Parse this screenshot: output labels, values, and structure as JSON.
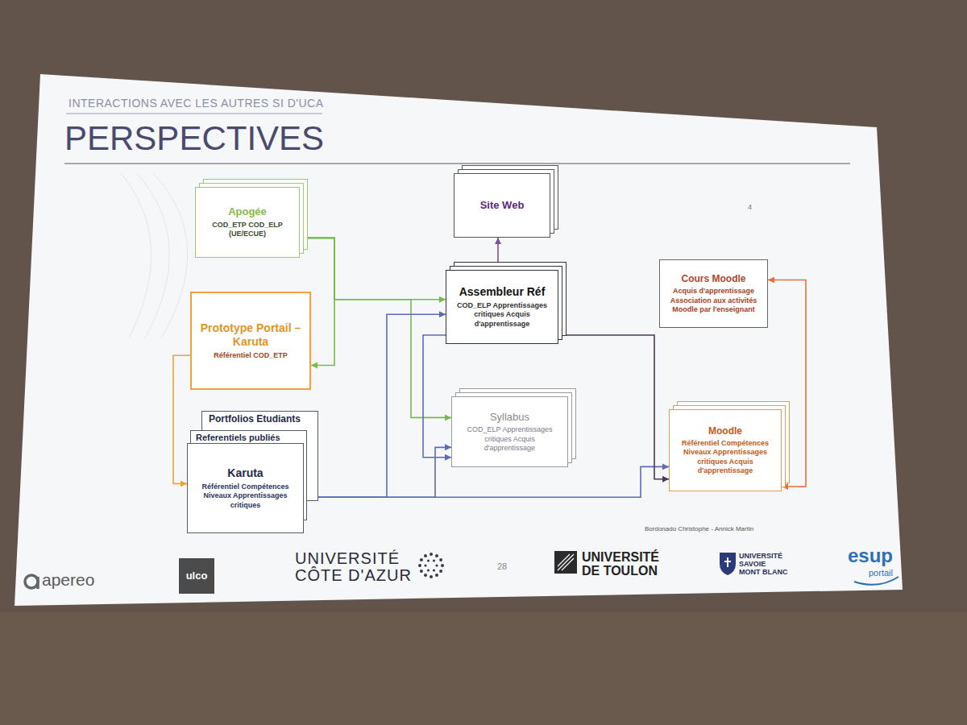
{
  "diagram": {
    "title": "PERSPECTIVES",
    "nodes": [
      {
        "text": [
          "Apogée",
          "COD_ETP COD_ELP (UE/ECUE)"
        ]
      },
      {
        "text": [
          "Site Web"
        ]
      },
      {
        "text": [
          "Assembleur Réf",
          "COD_ELP Apprentissages critiques Acquis d'apprentissage"
        ]
      },
      {
        "text": [
          "Cours Moodle",
          "Acquis d'apprentissage Association aux activités Moodle par l'enseignant"
        ]
      },
      {
        "text": [
          "Prototype Portail – Karuta",
          "Référentiel COD_ETP"
        ]
      },
      {
        "text": [
          "Syllabus",
          "COD_ELP Apprentissages critiques Acquis d'apprentissage"
        ]
      },
      {
        "text": [
          "Portfolios Etudiants",
          "Referentiels publiés",
          "Karuta",
          "Référentiel Compétences Niveaux Apprentissages critiques"
        ]
      },
      {
        "text": [
          "Moodle",
          "Référentiel Compétences Niveaux Apprentissages critiques Acquis d'apprentissage"
        ]
      }
    ],
    "edges": [
      {
        "from": 0,
        "to": 2,
        "arrow": "to"
      },
      {
        "from": 0,
        "to": 4,
        "arrow": "to"
      },
      {
        "from": 0,
        "to": 5,
        "arrow": "to"
      },
      {
        "from": 2,
        "to": 1,
        "arrow": "to"
      },
      {
        "from": 4,
        "to": 6,
        "arrow": "to"
      },
      {
        "from": 6,
        "to": 2,
        "arrow": "to"
      },
      {
        "from": 6,
        "to": 5,
        "arrow": "to"
      },
      {
        "from": 6,
        "to": 7,
        "arrow": "to"
      },
      {
        "from": 2,
        "to": 5,
        "arrow": "to"
      },
      {
        "from": 2,
        "to": 7,
        "arrow": "to"
      },
      {
        "from": 7,
        "to": 3,
        "arrow": "both"
      }
    ],
    "labels": [
      "INTERACTIONS AVEC LES AUTRES SI D'UCA",
      "4",
      "Bordonado Christophe - Annick Martin",
      "apereo",
      "ulco",
      "UNIVERSITÉ CÔTE D'AZUR",
      "28",
      "UNIVERSITÉ DE TOULON",
      "UNIVERSITÉ SAVOIE MONT BLANC",
      "esup",
      "portail"
    ]
  }
}
